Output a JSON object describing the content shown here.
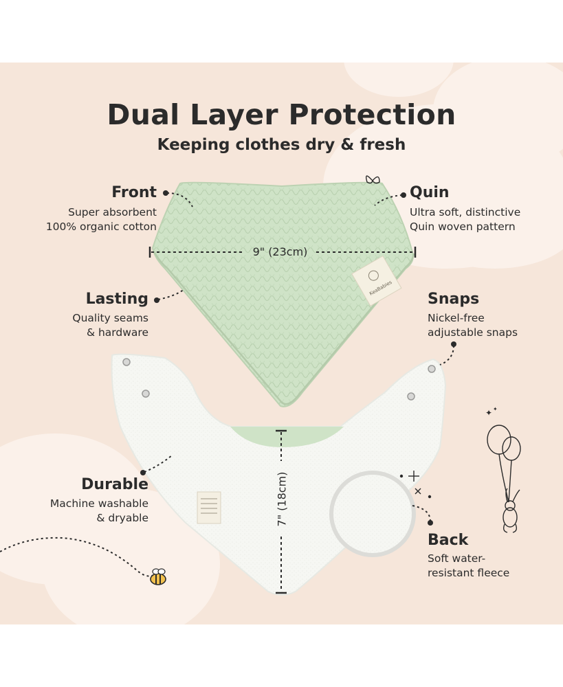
{
  "title": "Dual Layer Protection",
  "subtitle": "Keeping clothes dry & fresh",
  "features": {
    "front": {
      "heading": "Front",
      "line1": "Super absorbent",
      "line2": "100% organic cotton"
    },
    "quin": {
      "heading": "Quin",
      "line1": "Ultra soft, distinctive",
      "line2": "Quin woven pattern"
    },
    "lasting": {
      "heading": "Lasting",
      "line1": "Quality seams",
      "line2": "& hardware"
    },
    "snaps": {
      "heading": "Snaps",
      "line1": "Nickel-free",
      "line2": "adjustable snaps"
    },
    "durable": {
      "heading": "Durable",
      "line1": "Machine washable",
      "line2": "& dryable"
    },
    "back": {
      "heading": "Back",
      "line1": "Soft water-",
      "line2": "resistant fleece"
    }
  },
  "dimensions": {
    "width": "9\" (23cm)",
    "height": "7\" (18cm)"
  },
  "brand_tag": "KeaBabies",
  "colors": {
    "background": "#f6e6da",
    "cloud": "#fbf1ea",
    "bib_front": "#cfe3c7",
    "bib_back": "#f7f8f5",
    "text": "#2b2b2b"
  },
  "icons": [
    "butterfly-icon",
    "bee-icon",
    "balloons-bunny-illustration",
    "sparkle-icon"
  ]
}
